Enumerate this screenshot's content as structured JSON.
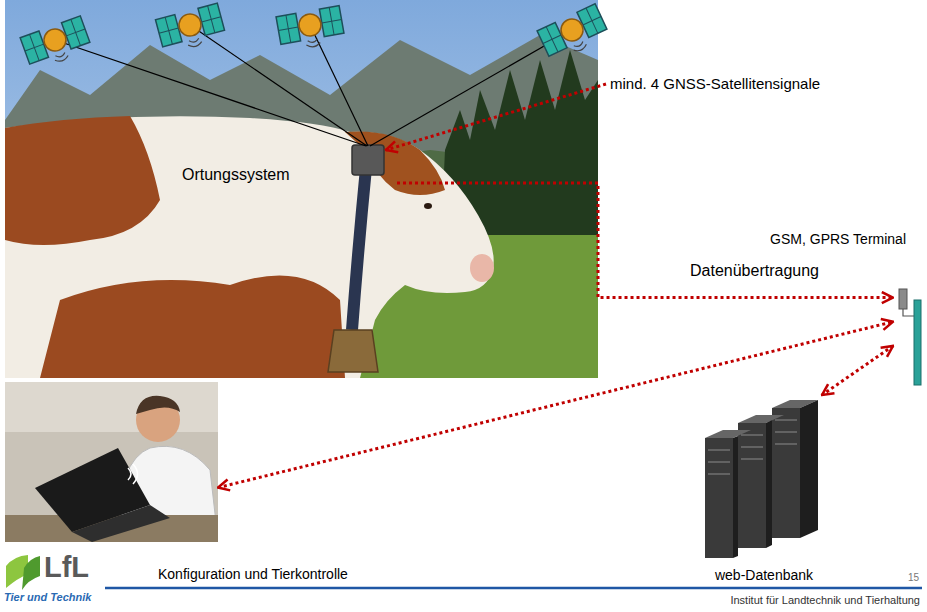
{
  "diagram": {
    "nodes": [
      {
        "text": [
          "mind. 4 GNSS-Satellitensignale"
        ]
      },
      {
        "text": [
          "Ortungssystem"
        ]
      },
      {
        "text": [
          "GSM, GPRS Terminal"
        ]
      },
      {
        "text": [
          "Konfiguration und Tierkontrolle"
        ]
      },
      {
        "text": [
          "web-Datenbank"
        ]
      }
    ],
    "edges": [
      {
        "from": 0,
        "to": 1,
        "arrow": "to"
      },
      {
        "from": 1,
        "to": 2,
        "arrow": "to",
        "label": "Datenübertragung"
      },
      {
        "from": 3,
        "to": 2,
        "arrow": "both"
      },
      {
        "from": 2,
        "to": 4,
        "arrow": "both"
      }
    ],
    "labels": [
      "LfL",
      "Tier und Technik",
      "15",
      "Institut für Landtechnik und Tierhaltung"
    ]
  }
}
